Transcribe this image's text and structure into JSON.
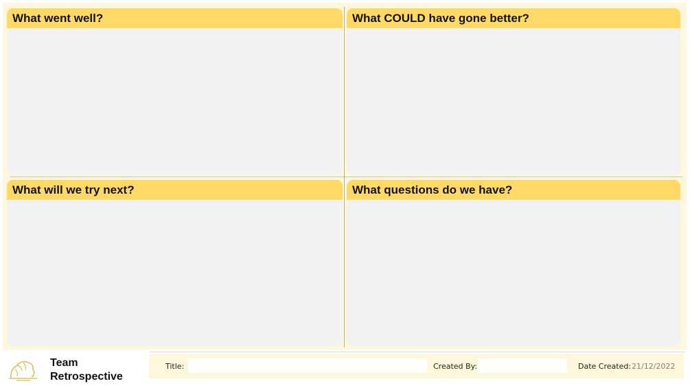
{
  "quadrants": {
    "went_well": {
      "title": "What went well?"
    },
    "could_be_better": {
      "title": "What COULD have gone better?"
    },
    "try_next": {
      "title": "What will we try next?"
    },
    "questions": {
      "title": "What questions do we have?"
    }
  },
  "footer": {
    "title_line1": "Team",
    "title_line2": "Retrospective",
    "title_label": "Title:",
    "title_value": "",
    "created_by_label": "Created By:",
    "created_by_value": "",
    "date_label": "Date Created:",
    "date_value": "21/12/2022"
  },
  "colors": {
    "header_yellow": "#ffd966",
    "board_cream": "#fff7dc",
    "panel_gray": "#f2f2f2",
    "logo_gold": "#d8b63c"
  },
  "icons": {
    "logo": "brand-logo-icon"
  }
}
